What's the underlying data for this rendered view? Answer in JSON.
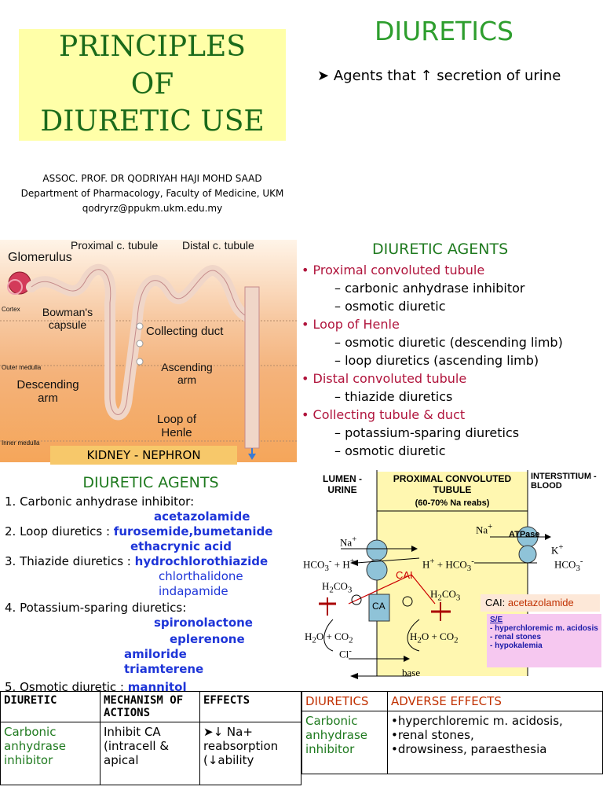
{
  "title": {
    "line1": "PRINCIPLES",
    "line2": "OF",
    "line3": "DIURETIC USE"
  },
  "author": {
    "name": "ASSOC. PROF. DR QODRIYAH HAJI MOHD SAAD",
    "department": "Department of Pharmacology, Faculty of Medicine, UKM",
    "email": "qodryrz@ppukm.ukm.edu.my"
  },
  "diuretics_heading": "DIURETICS",
  "definition": "Agents that ↑ secretion of urine",
  "nephron": {
    "labels": {
      "glomerulus": "Glomerulus",
      "proximal": "Proximal c. tubule",
      "distal": "Distal c. tubule",
      "bowman": "Bowman's capsule",
      "collecting": "Collecting duct",
      "ascending": "Ascending arm",
      "descending": "Descending arm",
      "loop": "Loop of Henle",
      "cortex": "Cortex",
      "outer_medulla": "Outer medulla",
      "inner_medulla": "Inner medulla"
    },
    "caption": "KIDNEY - NEPHRON"
  },
  "agents_right": {
    "heading": "DIURETIC AGENTS",
    "segments": [
      {
        "name": "Proximal convoluted tubule",
        "items": [
          "carbonic anhydrase inhibitor",
          "osmotic diuretic"
        ]
      },
      {
        "name": "Loop of Henle",
        "items": [
          "osmotic diuretic (descending limb)",
          "loop diuretics (ascending limb)"
        ]
      },
      {
        "name": "Distal convoluted tubule",
        "items": [
          "thiazide diuretics"
        ]
      },
      {
        "name": "Collecting tubule & duct",
        "items": [
          "potassium-sparing diuretics",
          "osmotic diuretic"
        ]
      }
    ]
  },
  "agents_left": {
    "heading": "DIURETIC AGENTS",
    "c1": "1.  Carbonic anhydrase inhibitor:",
    "c1_drug": "acetazolamide",
    "c2": "2.  Loop diuretics :",
    "c2_drug": "furosemide,bumetanide",
    "c2_drug2": "ethacrynic acid",
    "c3": "3.  Thiazide diuretics :",
    "c3_drug": "hydrochlorothiazide",
    "c3_drug2": "chlorthalidone",
    "c3_drug3": "indapamide",
    "c4": "4.  Potassium-sparing diuretics:",
    "c4_drug": "spironolactone",
    "c4_drug2": "eplerenone",
    "c4_drug3": "amiloride",
    "c4_drug4": "triamterene",
    "c5": "5.  Osmotic diuretic :",
    "c5_drug": "mannitol"
  },
  "pct": {
    "lumen": "LUMEN -URINE",
    "title": "PROXIMAL CONVOLUTED TUBULE",
    "subtitle": "(60-70% Na reabs)",
    "interstitium": "INTERSTITIUM -BLOOD",
    "cai_box": "CAI:",
    "cai_drug": "acetazolamide",
    "se_title": "S/E",
    "se_items": [
      "- hyperchloremic m. acidosis",
      "- renal stones",
      "- hypokalemia"
    ]
  },
  "table_left": {
    "headers": [
      "DIURETIC",
      "MECHANISM OF ACTIONS",
      "EFFECTS"
    ],
    "row": [
      "Carbonic anhydrase inhibitor",
      "Inhibit CA (intracell & apical",
      "↓ Na+ reabsorption (↓ability"
    ]
  },
  "table_right": {
    "headers": [
      "DIURETICS",
      "ADVERSE EFFECTS"
    ],
    "row_drug": "Carbonic anhydrase inhibitor",
    "row_effects": [
      "•hyperchloremic m. acidosis,",
      "•renal stones,",
      "•drowsiness, paraesthesia"
    ]
  },
  "colors": {
    "title_green": "#1a6a1a",
    "heading_green": "#2e9e2e",
    "segment_red": "#b0143c",
    "drug_blue": "#1e35d8"
  }
}
